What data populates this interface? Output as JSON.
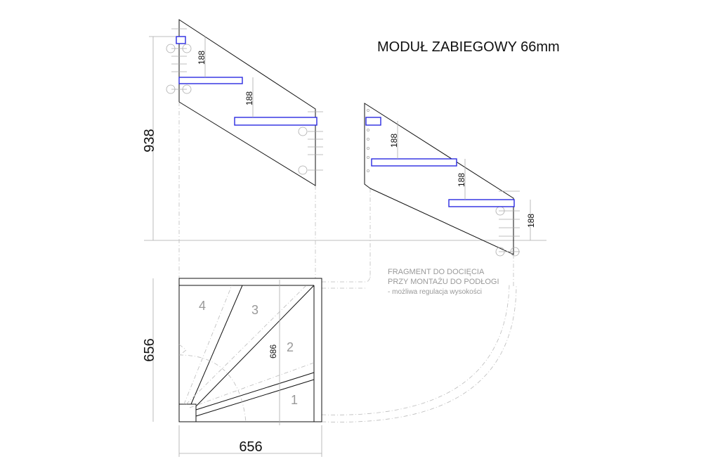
{
  "title": "MODUŁ ZABIEGOWY  66mm",
  "dimensions": {
    "height_total": "938",
    "step_rise": "188",
    "plan_width": "656",
    "plan_depth": "656",
    "inner_height": "686"
  },
  "note": [
    "FRAGMENT DO DOCIĘCIA",
    "PRZY MONTAŻU DO PODŁOGI",
    "- możliwa regulacja wysokości"
  ],
  "steps": [
    "1",
    "2",
    "3",
    "4"
  ],
  "colors": {
    "tread": "#2a2ae0",
    "line": "#111111",
    "aux": "#aaaaaa"
  }
}
